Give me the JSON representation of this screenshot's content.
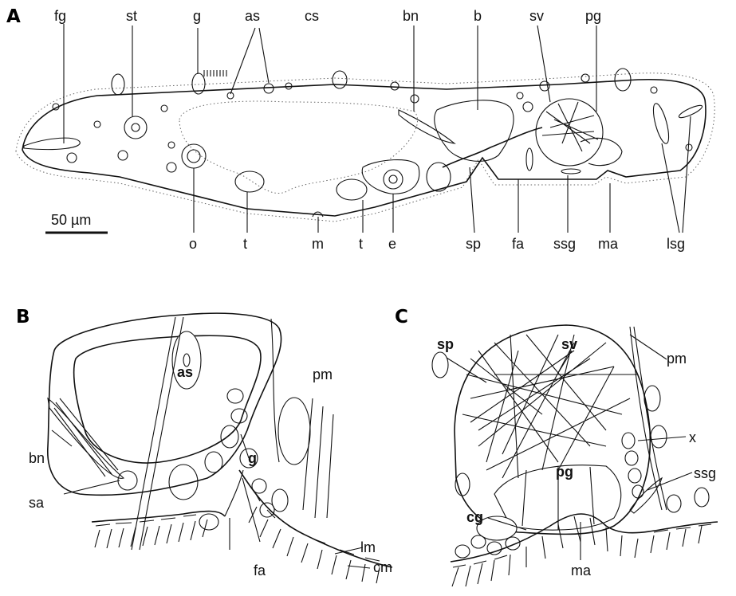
{
  "panels": {
    "A": {
      "letter": "A",
      "labels_top": [
        "fg",
        "st",
        "g",
        "as",
        "cs",
        "bn",
        "b",
        "sv",
        "pg"
      ],
      "labels_bottom": [
        "o",
        "t",
        "m",
        "t",
        "e",
        "sp",
        "fa",
        "ssg",
        "ma",
        "lsg"
      ],
      "scale_bar": "50 µm"
    },
    "B": {
      "letter": "B",
      "labels": [
        "as",
        "pm",
        "bn",
        "g",
        "sa",
        "lm",
        "fa",
        "cm"
      ]
    },
    "C": {
      "letter": "C",
      "labels": [
        "sp",
        "sv",
        "pm",
        "x",
        "pg",
        "ssg",
        "cg",
        "ma"
      ]
    }
  },
  "colors": {
    "ink": "#111111",
    "background": "#ffffff"
  }
}
